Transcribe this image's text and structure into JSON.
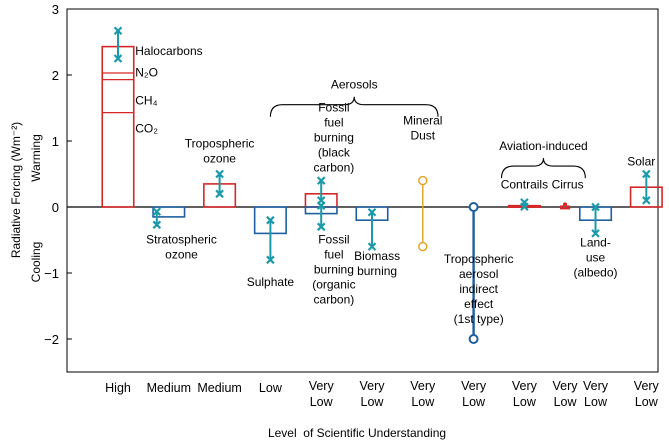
{
  "chart_data": {
    "type": "bar",
    "ylabel": "Radiative Forcing (Wm⁻²)",
    "xlabel": "Level  of Scientific Understanding",
    "ylim": [
      -2.5,
      3.0
    ],
    "yticks": [
      -2,
      -1,
      0,
      1,
      2,
      3
    ],
    "ytick_labels": [
      "−2",
      "−1",
      "0",
      "1",
      "2",
      "3"
    ],
    "side_labels": {
      "warming": "Warming",
      "cooling": "Cooling"
    },
    "grid": false,
    "x_slots": 11,
    "level_labels": [
      {
        "slot": 0,
        "lines": [
          "High"
        ]
      },
      {
        "slot": 1,
        "lines": [
          "Medium"
        ]
      },
      {
        "slot": 2,
        "lines": [
          "Medium"
        ]
      },
      {
        "slot": 3,
        "lines": [
          "Low"
        ]
      },
      {
        "slot": 4,
        "lines": [
          "Very",
          "Low"
        ]
      },
      {
        "slot": 5,
        "lines": [
          "Very",
          "Low"
        ]
      },
      {
        "slot": 6,
        "lines": [
          "Very",
          "Low"
        ]
      },
      {
        "slot": 7,
        "lines": [
          "Very",
          "Low"
        ]
      },
      {
        "slot": 8,
        "lines": [
          "Very",
          "Low"
        ]
      },
      {
        "slot": 8.8,
        "lines": [
          "Very",
          "Low"
        ]
      },
      {
        "slot": 9.4,
        "lines": [
          "Very",
          "Low"
        ]
      },
      {
        "slot": 10.4,
        "lines": [
          "Very",
          "Low"
        ]
      }
    ],
    "bars": [
      {
        "slot": 0,
        "value": 2.43,
        "color": "#d62728",
        "width": 0.62,
        "segments": [
          1.43,
          1.93,
          2.03
        ],
        "whisker": [
          2.25,
          2.67
        ]
      },
      {
        "slot": 1,
        "value": -0.15,
        "color": "#1f5fa0",
        "width": 0.62,
        "whisker": [
          -0.27,
          -0.07
        ]
      },
      {
        "slot": 2,
        "value": 0.35,
        "color": "#d62728",
        "width": 0.62,
        "whisker": [
          0.2,
          0.5
        ]
      },
      {
        "slot": 3,
        "value": -0.4,
        "color": "#1f5fa0",
        "width": 0.62,
        "whisker": [
          -0.8,
          -0.2
        ]
      },
      {
        "slot": 4,
        "value": 0.2,
        "color": "#d62728",
        "width": 0.62,
        "whisker": [
          0.1,
          0.4
        ]
      },
      {
        "slot": 4,
        "value": -0.1,
        "color": "#1f5fa0",
        "width": 0.62,
        "whisker": [
          -0.3,
          0.02
        ]
      },
      {
        "slot": 5,
        "value": -0.2,
        "color": "#1f5fa0",
        "width": 0.62,
        "whisker": [
          -0.6,
          -0.08
        ]
      },
      {
        "slot": 8,
        "value": 0.02,
        "color": "#d62728",
        "width": 0.62,
        "whisker": [
          0.005,
          0.07
        ]
      },
      {
        "slot": 8.8,
        "value": 0.005,
        "color": "#d62728",
        "width": 0.15,
        "whisker": [
          0.0,
          0.04
        ]
      },
      {
        "slot": 9.4,
        "value": -0.2,
        "color": "#1f5fa0",
        "width": 0.62,
        "whisker": [
          -0.4,
          0.0
        ]
      },
      {
        "slot": 10.4,
        "value": 0.3,
        "color": "#d62728",
        "width": 0.62,
        "whisker": [
          0.1,
          0.5
        ]
      }
    ],
    "ranges": [
      {
        "slot": 6,
        "low": -0.6,
        "high": 0.4,
        "color": "#e0a020",
        "marker": "circle"
      },
      {
        "slot": 7,
        "low": -2.0,
        "high": 0.0,
        "color": "#1f5fa0",
        "marker": "circle"
      }
    ],
    "annotations": [
      {
        "id": "halocarbons",
        "text": "Halocarbons",
        "slot": 0.34,
        "y": 2.3
      },
      {
        "id": "n2o",
        "text": "N₂O",
        "slot": 0.34,
        "y": 1.98
      },
      {
        "id": "ch4",
        "text": "CH₄",
        "slot": 0.34,
        "y": 1.55
      },
      {
        "id": "co2",
        "text": "CO₂",
        "slot": 0.34,
        "y": 1.13
      },
      {
        "id": "tropo-ozone",
        "text": "Tropospheric\nozone",
        "slot": 2,
        "y": 0.9
      },
      {
        "id": "strato-ozone",
        "text": "Stratospheric\nozone",
        "slot": 1.25,
        "y": -0.55
      },
      {
        "id": "sulphate",
        "text": "Sulphate",
        "slot": 3,
        "y": -1.2
      },
      {
        "id": "fossil-black",
        "text": "Fossil\nfuel\nburning\n(black\ncarbon)",
        "slot": 4.25,
        "y": 1.45
      },
      {
        "id": "fossil-organic",
        "text": "Fossil\nfuel\nburning\n(organic\ncarbon)",
        "slot": 4.25,
        "y": -0.55
      },
      {
        "id": "biomass",
        "text": "Biomass\nburning",
        "slot": 5.1,
        "y": -0.8
      },
      {
        "id": "mineral-dust",
        "text": "Mineral\nDust",
        "slot": 6,
        "y": 1.25
      },
      {
        "id": "tropo-aerosol",
        "text": "Tropospheric\naerosol\nindirect\neffect\n(1st type)",
        "slot": 7.1,
        "y": -0.85
      },
      {
        "id": "contrails",
        "text": "Contrails",
        "slot": 8,
        "y": 0.28
      },
      {
        "id": "cirrus",
        "text": "Cirrus",
        "slot": 8.85,
        "y": 0.28
      },
      {
        "id": "land-use",
        "text": "Land-\nuse\n(albedo)",
        "slot": 9.4,
        "y": -0.6
      },
      {
        "id": "solar",
        "text": "Solar",
        "slot": 10.3,
        "y": 0.63
      }
    ],
    "groups": [
      {
        "id": "aerosols",
        "text": "Aerosols",
        "from": 3,
        "to": 6.3,
        "y": 1.55
      },
      {
        "id": "aviation",
        "text": "Aviation-induced",
        "from": 7.55,
        "to": 9.2,
        "y": 0.62
      }
    ]
  }
}
